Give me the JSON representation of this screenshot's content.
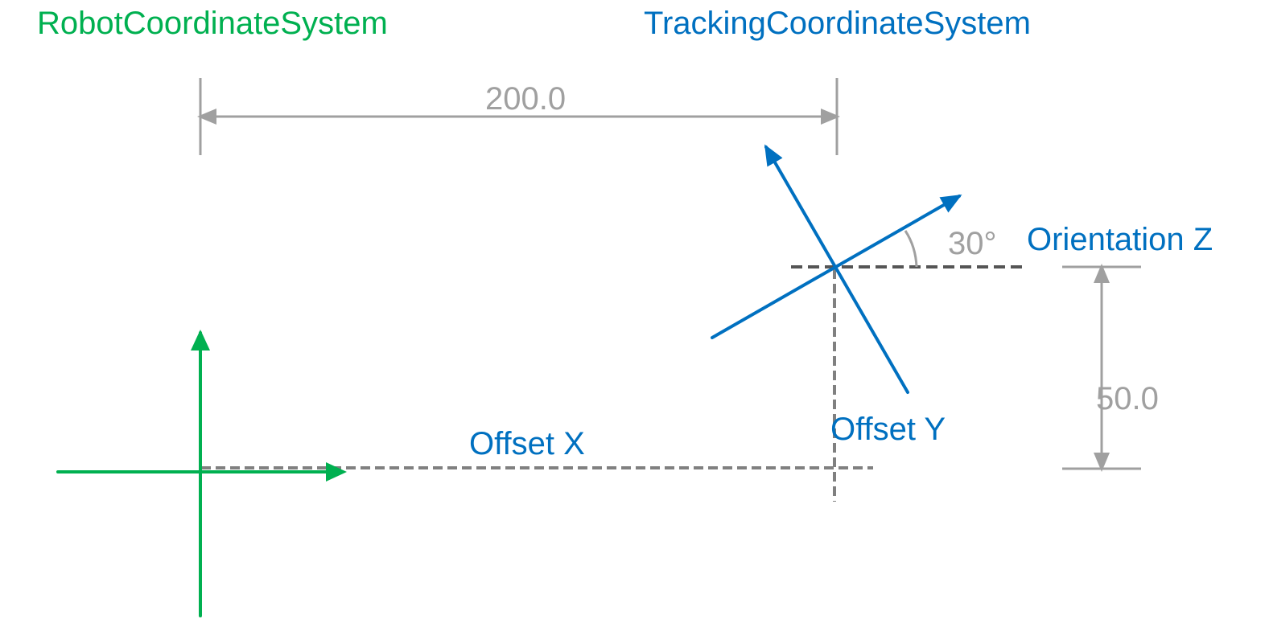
{
  "labels": {
    "robot_system": "RobotCoordinateSystem",
    "tracking_system": "TrackingCoordinateSystem",
    "distance_x": "200.0",
    "angle": "30°",
    "orientation": "Orientation Z",
    "distance_y": "50.0",
    "offset_x": "Offset X",
    "offset_y": "Offset Y"
  },
  "colors": {
    "robot": "#00b050",
    "tracking": "#0070c0",
    "dimension": "#a0a0a0",
    "guide": "#808080"
  }
}
